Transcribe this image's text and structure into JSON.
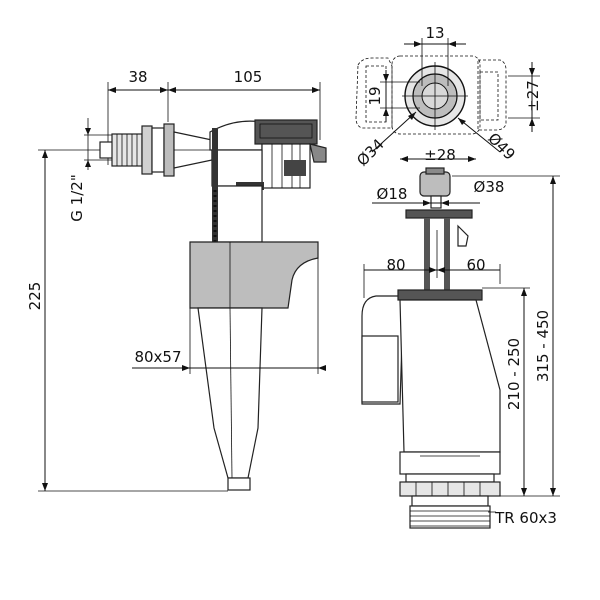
{
  "drawing": {
    "left_valve": {
      "dim_top_left": "38",
      "dim_top_right": "105",
      "dim_thread": "G 1/2\"",
      "dim_height": "225",
      "dim_float": "80x57"
    },
    "top_view": {
      "dim_width": "13",
      "dim_height": "19",
      "dim_offset": "±27",
      "dim_d1": "Ø34",
      "dim_d2": "Ø49"
    },
    "drain_valve": {
      "dim_spacing": "±28",
      "dim_button_small": "Ø18",
      "dim_button_large": "Ø38",
      "dim_left": "80",
      "dim_right": "60",
      "dim_range1": "210 - 250",
      "dim_range2": "315 - 450",
      "dim_thread": "TR 60x3"
    },
    "colors": {
      "line": "#111111",
      "gray_light": "#e6e6e6",
      "gray_mid": "#bdbdbd",
      "gray_dark": "#555555"
    }
  }
}
